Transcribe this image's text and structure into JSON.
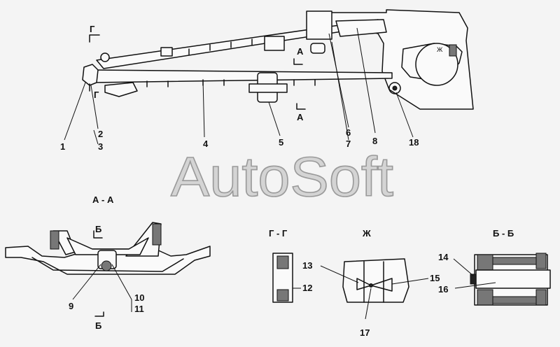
{
  "watermark": "AutoSoft",
  "sections": {
    "aa": "А - А",
    "gg": "Г - Г",
    "zh": "Ж",
    "bb": "Б - Б"
  },
  "cut_marks": {
    "g": "Г",
    "a": "А",
    "b": "Б"
  },
  "callouts": [
    {
      "id": "1",
      "text": "1"
    },
    {
      "id": "2",
      "text": "2"
    },
    {
      "id": "3",
      "text": "3"
    },
    {
      "id": "4",
      "text": "4"
    },
    {
      "id": "5",
      "text": "5"
    },
    {
      "id": "6",
      "text": "6"
    },
    {
      "id": "7",
      "text": "7"
    },
    {
      "id": "8",
      "text": "8"
    },
    {
      "id": "9",
      "text": "9"
    },
    {
      "id": "10",
      "text": "10"
    },
    {
      "id": "11",
      "text": "11"
    },
    {
      "id": "12",
      "text": "12"
    },
    {
      "id": "13",
      "text": "13"
    },
    {
      "id": "14",
      "text": "14"
    },
    {
      "id": "15",
      "text": "15"
    },
    {
      "id": "16",
      "text": "16"
    },
    {
      "id": "17",
      "text": "17"
    },
    {
      "id": "18",
      "text": "18"
    }
  ]
}
